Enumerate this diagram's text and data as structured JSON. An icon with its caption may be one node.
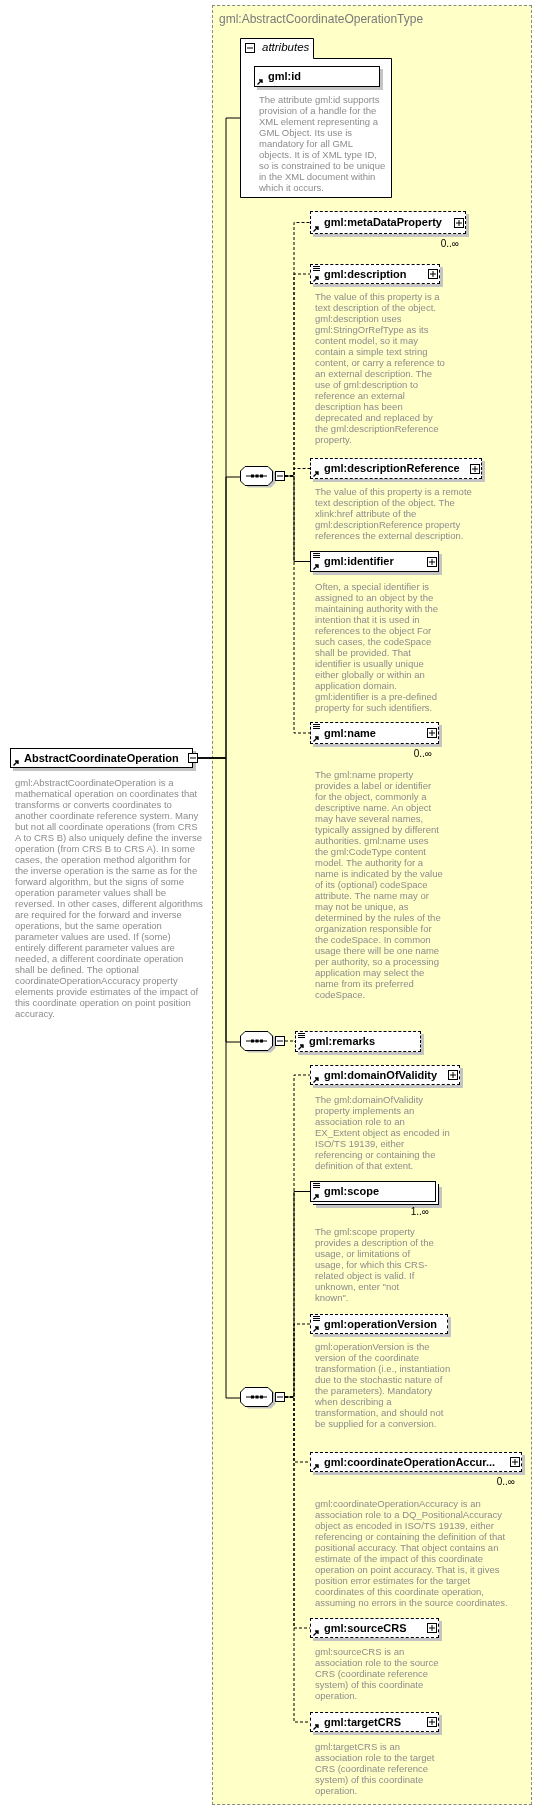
{
  "diagram": {
    "nodes": [
      {
        "text": [
          "gml:AbstractCoordinateOperationType"
        ]
      },
      {
        "text": [
          "attributes"
        ],
        "in": 0
      },
      {
        "text": [
          "gml:id"
        ],
        "in": 1,
        "beside": [
          "The attribute gml:id supports provision of a handle for the XML element representing a GML Object. Its use is mandatory for all GML objects. It is of XML type ID, so is constrained to be unique in the XML document within which it occurs."
        ]
      },
      {
        "text": [
          "AbstractCoordinateOperation"
        ],
        "beside": [
          "gml:AbstractCoordinateOperation is a mathematical operation on coordinates that transforms or converts coordinates to another coordinate reference system. Many but not all coordinate operations (from CRS A to CRS B) also uniquely define the inverse operation (from CRS B to CRS A). In some cases, the operation method algorithm for the inverse operation is the same as for the forward algorithm, but the signs of some operation parameter values shall be reversed. In other cases, different algorithms are required for the forward and inverse operations, but the same operation parameter values are used. If (some) entirely different parameter values are needed, a different coordinate operation shall be defined. The optional coordinateOperationAccuracy property elements provide estimates of the impact of this coordinate operation on point position accuracy."
        ]
      },
      {
        "text": [],
        "shape": "octagon",
        "in": 0
      },
      {
        "text": [
          "gml:metaDataProperty"
        ],
        "in": 0,
        "beside": [
          "0..∞"
        ]
      },
      {
        "text": [
          "gml:description"
        ],
        "in": 0,
        "beside": [
          "The value of this property is a text description of the object. gml:description uses gml:StringOrRefType as its content model, so it may contain a simple text string content, or carry a reference to an external description. The use of gml:description to reference an external description has been deprecated and replaced by the gml:descriptionReference property."
        ]
      },
      {
        "text": [
          "gml:descriptionReference"
        ],
        "in": 0,
        "beside": [
          "The value of this property is a remote text description of the object. The xlink:href attribute of the gml:descriptionReference property references the external description."
        ]
      },
      {
        "text": [
          "gml:identifier"
        ],
        "in": 0,
        "beside": [
          "Often, a special identifier is assigned to an object by the maintaining authority with the intention that it is used in references to the object For such cases, the codeSpace shall be provided. That identifier is usually unique either globally or within an application domain. gml:identifier is a pre-defined property for such identifiers."
        ]
      },
      {
        "text": [
          "gml:name"
        ],
        "in": 0,
        "beside": [
          "0..∞",
          "The gml:name property provides a label or identifier for the object, commonly a descriptive name. An object may have several names, typically assigned by different authorities. gml:name uses the gml:CodeType content model. The authority for a name is indicated by the value of its (optional) codeSpace attribute. The name may or may not be unique, as determined by the rules of the organization responsible for the codeSpace. In common usage there will be one name per authority, so a processing application may select the name from its preferred codeSpace."
        ]
      },
      {
        "text": [],
        "shape": "octagon",
        "in": 0
      },
      {
        "text": [
          "gml:remarks"
        ],
        "in": 0
      },
      {
        "text": [],
        "shape": "octagon",
        "in": 0
      },
      {
        "text": [
          "gml:domainOfValidity"
        ],
        "in": 0,
        "beside": [
          "The gml:domainOfValidity property implements an association role to an EX_Extent object as encoded in ISO/TS 19139, either referencing or containing the definition of that extent."
        ]
      },
      {
        "text": [
          "gml:scope"
        ],
        "in": 0,
        "beside": [
          "1..∞",
          "The gml:scope property provides a description of the usage, or limitations of usage, for which this CRS-related object is valid. If unknown, enter \"not known\"."
        ]
      },
      {
        "text": [
          "gml:operationVersion"
        ],
        "in": 0,
        "beside": [
          "gml:operationVersion is the version of the coordinate transformation (i.e., instantiation due to the stochastic nature of the parameters). Mandatory when describing a transformation, and should not be supplied for a conversion."
        ]
      },
      {
        "text": [
          "gml:coordinateOperationAccur..."
        ],
        "in": 0,
        "beside": [
          "0..∞",
          "gml:coordinateOperationAccuracy is an association role to a DQ_PositionalAccuracy object as encoded in ISO/TS 19139, either referencing or containing the definition of that positional accuracy. That object contains an estimate of the impact of this coordinate operation on point accuracy. That is, it gives position error estimates for the target coordinates of this coordinate operation, assuming no errors in the source coordinates."
        ]
      },
      {
        "text": [
          "gml:sourceCRS"
        ],
        "in": 0,
        "beside": [
          "gml:sourceCRS is an association role to the source CRS (coordinate reference system) of this coordinate operation."
        ]
      },
      {
        "text": [
          "gml:targetCRS"
        ],
        "in": 0,
        "beside": [
          "gml:targetCRS is an association role to the target CRS (coordinate reference system) of this coordinate operation."
        ]
      }
    ],
    "edges": [
      {
        "from": 3,
        "to": 1,
        "arrow": "none"
      },
      {
        "from": 3,
        "to": 4,
        "arrow": "none"
      },
      {
        "from": 3,
        "to": 10,
        "arrow": "none"
      },
      {
        "from": 3,
        "to": 12,
        "arrow": "none"
      },
      {
        "from": 4,
        "to": 5,
        "arrow": "none",
        "style": "dashed"
      },
      {
        "from": 4,
        "to": 6,
        "arrow": "none",
        "style": "dashed"
      },
      {
        "from": 4,
        "to": 7,
        "arrow": "none",
        "style": "dashed"
      },
      {
        "from": 4,
        "to": 8,
        "arrow": "none"
      },
      {
        "from": 4,
        "to": 9,
        "arrow": "none",
        "style": "dashed"
      },
      {
        "from": 10,
        "to": 11,
        "arrow": "none",
        "style": "dashed"
      },
      {
        "from": 12,
        "to": 13,
        "arrow": "none",
        "style": "dashed"
      },
      {
        "from": 12,
        "to": 14,
        "arrow": "none"
      },
      {
        "from": 12,
        "to": 15,
        "arrow": "none",
        "style": "dashed"
      },
      {
        "from": 12,
        "to": 16,
        "arrow": "none",
        "style": "dashed"
      },
      {
        "from": 12,
        "to": 17,
        "arrow": "none",
        "style": "dashed"
      },
      {
        "from": 12,
        "to": 18,
        "arrow": "none",
        "style": "dashed"
      }
    ]
  }
}
